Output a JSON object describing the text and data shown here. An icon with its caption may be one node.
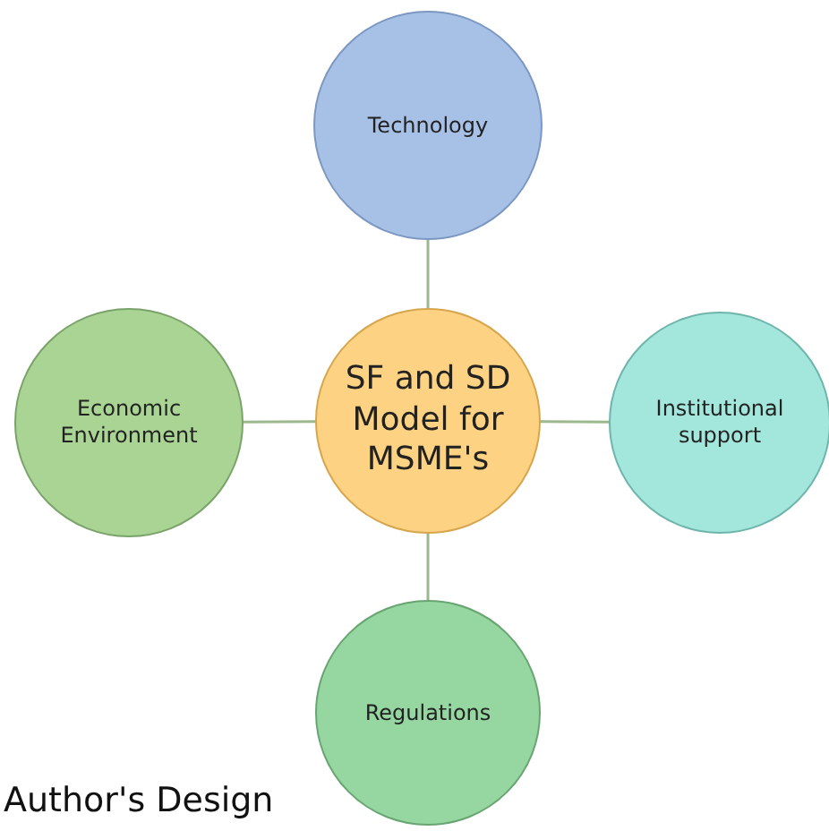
{
  "diagram": {
    "caption": "Author's Design",
    "nodes": [
      {
        "text": [
          "Technology"
        ]
      },
      {
        "text": [
          "Economic Environment"
        ]
      },
      {
        "text": [
          "SF and SD Model for MSME's"
        ]
      },
      {
        "text": [
          "Institutional support"
        ]
      },
      {
        "text": [
          "Regulations"
        ]
      }
    ],
    "edges": [
      {
        "from": 2,
        "to": 0,
        "arrow": "none"
      },
      {
        "from": 2,
        "to": 1,
        "arrow": "none"
      },
      {
        "from": 2,
        "to": 3,
        "arrow": "none"
      },
      {
        "from": 2,
        "to": 4,
        "arrow": "none"
      }
    ]
  }
}
